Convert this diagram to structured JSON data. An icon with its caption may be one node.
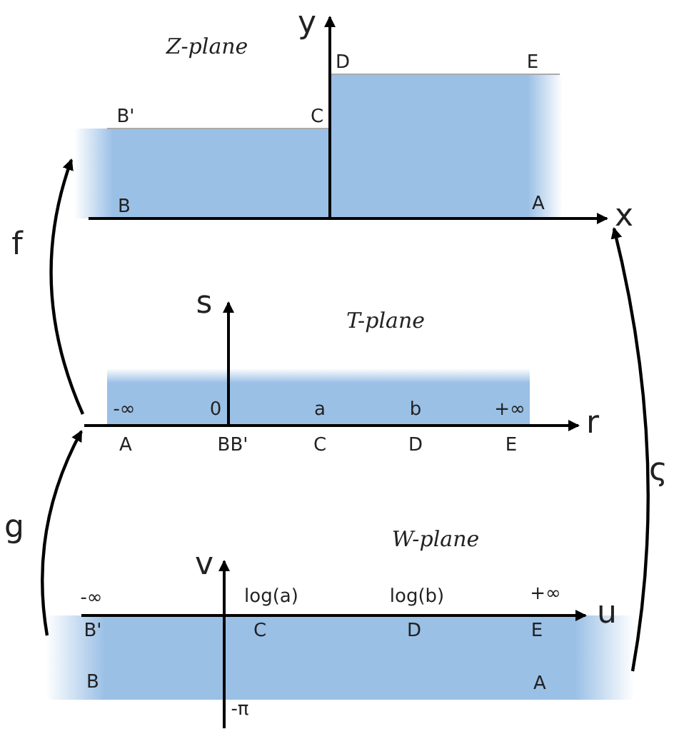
{
  "diagram": {
    "nodes": [
      {
        "text": [
          "Z-plane"
        ]
      },
      {
        "text": [
          "T-plane"
        ]
      },
      {
        "text": [
          "W-plane"
        ]
      }
    ],
    "edges": [
      {
        "from": 1,
        "to": 0,
        "arrow": "to",
        "label": "f"
      },
      {
        "from": 2,
        "to": 1,
        "arrow": "to",
        "label": "g"
      },
      {
        "from": 2,
        "to": 0,
        "arrow": "to",
        "label": "ς"
      }
    ],
    "labels": [
      "y",
      "D",
      "E",
      "B'",
      "C",
      "B",
      "A",
      "x",
      "s",
      "-∞",
      "0",
      "a",
      "b",
      "+∞",
      "r",
      "A",
      "BB'",
      "C",
      "D",
      "E",
      "v",
      "-∞",
      "log(a)",
      "log(b)",
      "+∞",
      "u",
      "B'",
      "C",
      "D",
      "E",
      "B",
      "A",
      "-π"
    ]
  }
}
